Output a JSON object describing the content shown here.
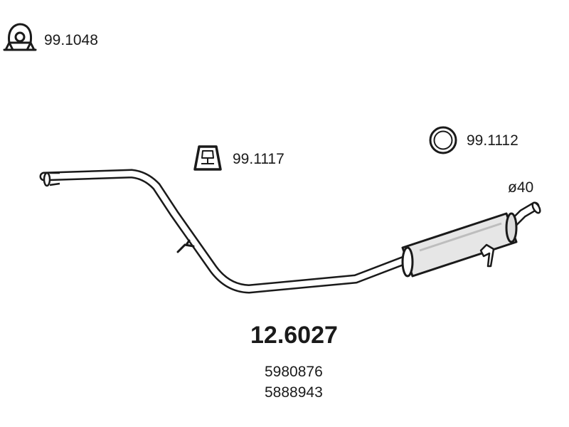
{
  "accessories": {
    "clamp": {
      "part_number": "99.1048",
      "icon": "exhaust-clamp-icon"
    },
    "rubber_mount": {
      "part_number": "99.1117",
      "icon": "rubber-mount-icon"
    },
    "ring_gasket": {
      "part_number": "99.1112",
      "icon": "ring-gasket-icon"
    }
  },
  "pipe": {
    "diameter_label": "ø40"
  },
  "product": {
    "part_number": "12.6027",
    "oem_numbers": [
      "5980876",
      "5888943"
    ]
  },
  "colors": {
    "line": "#1a1a1a",
    "background": "#ffffff"
  }
}
